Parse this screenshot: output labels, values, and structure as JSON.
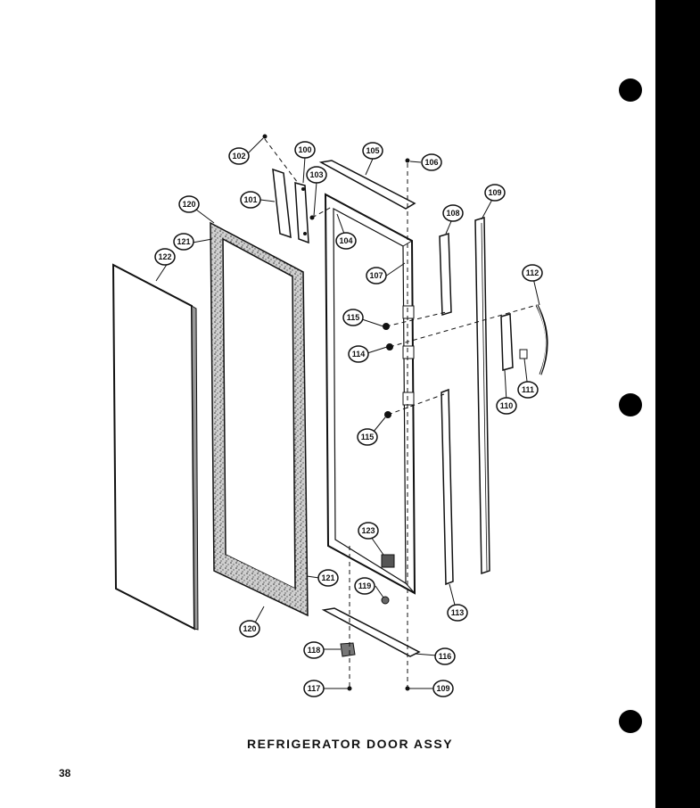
{
  "caption": "REFRIGERATOR DOOR ASSY",
  "page_number": "38",
  "part_labels": [
    "102",
    "100",
    "105",
    "106",
    "101",
    "103",
    "104",
    "120",
    "121",
    "122",
    "107",
    "108",
    "109",
    "112",
    "115",
    "114",
    "110",
    "111",
    "115",
    "123",
    "121",
    "119",
    "113",
    "120",
    "118",
    "116",
    "117",
    "109"
  ]
}
